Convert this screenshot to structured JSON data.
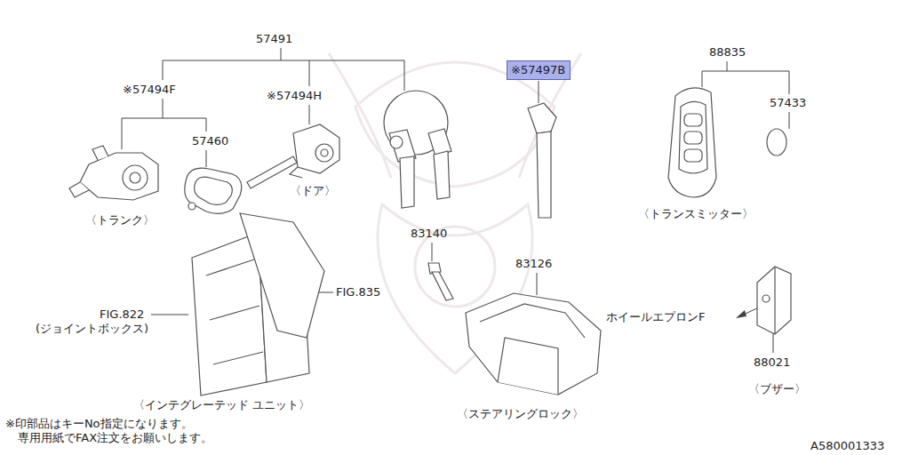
{
  "diagram": {
    "nodes": [
      {
        "text": [
          "※57497B"
        ]
      }
    ],
    "labels": [
      "57491",
      "※57494F",
      "57460",
      "〈トランク〉",
      "※57494H",
      "〈ドア〉",
      "88835",
      "57433",
      "〈トランスミッター〉",
      "83140",
      "83126",
      "FIG.835",
      "FIG.822",
      "(ジョイントボックス)",
      "〈インテグレーテッド ユニット〉",
      "〈ステアリングロック〉",
      "ホイールエプロンF",
      "88021",
      "〈ブザー〉",
      "※印部品はキーNo指定になります。",
      "専用用紙でFAX注文をお願いします。",
      "A580001333"
    ]
  }
}
